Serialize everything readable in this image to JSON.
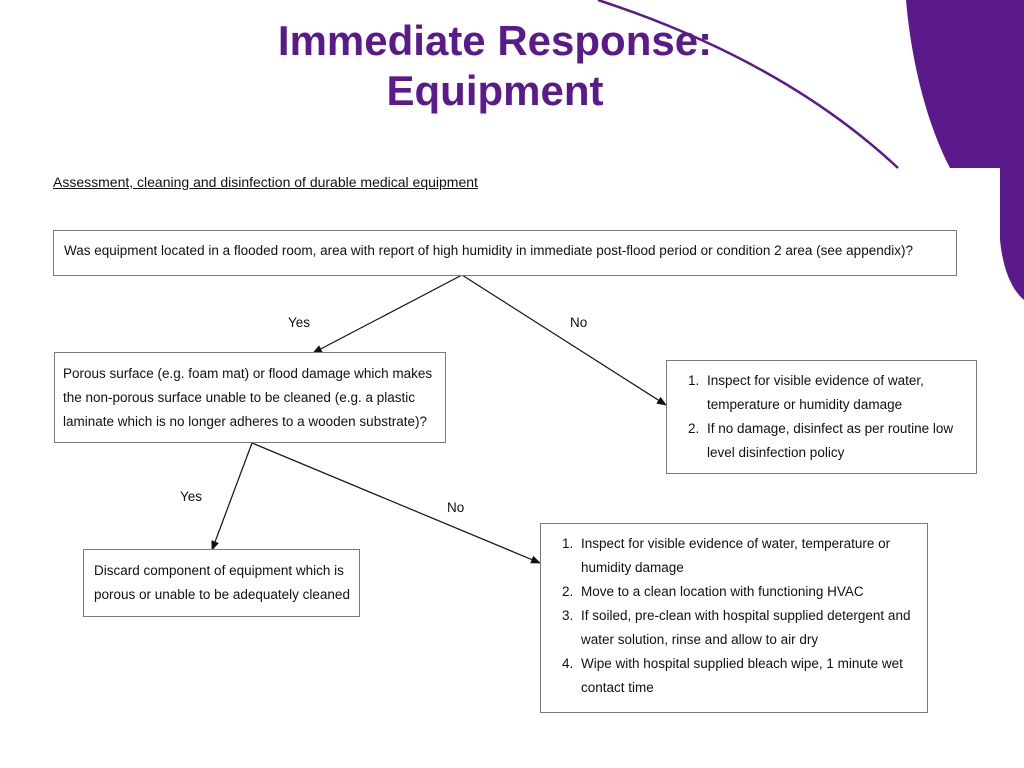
{
  "slide": {
    "title_line1": "Immediate Response:",
    "title_line2": "Equipment",
    "subtitle": "Assessment, cleaning and disinfection of durable medical equipment",
    "accent_color": "#5a1a8c"
  },
  "flowchart": {
    "question1": "Was equipment located in a flooded room, area with report of high humidity in immediate post-flood period or condition 2 area (see appendix)?",
    "question2": "Porous surface (e.g. foam  mat) or flood damage which makes the non-porous surface unable to be cleaned (e.g. a plastic laminate which is no longer adheres to a wooden substrate)?",
    "labels": {
      "yes1": "Yes",
      "no1": "No",
      "yes2": "Yes",
      "no2": "No"
    },
    "no1_steps": [
      "Inspect for visible evidence of water, temperature or humidity damage",
      " If no damage, disinfect as per routine low level disinfection policy"
    ],
    "discard": "Discard component of equipment which is porous or unable to be adequately cleaned",
    "no2_steps": [
      "Inspect for visible evidence of water, temperature or humidity damage",
      "Move to a clean location with functioning HVAC",
      "If soiled, pre-clean with hospital supplied detergent and water solution, rinse and allow to air dry",
      "Wipe with hospital supplied bleach wipe, 1 minute wet contact time"
    ]
  }
}
